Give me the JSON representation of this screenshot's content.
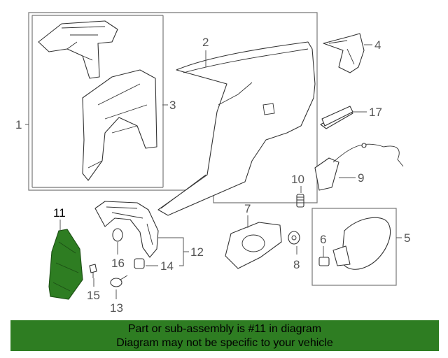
{
  "callouts": {
    "c1": "1",
    "c2": "2",
    "c3": "3",
    "c4": "4",
    "c5": "5",
    "c6": "6",
    "c7": "7",
    "c8": "8",
    "c9": "9",
    "c10": "10",
    "c11": "11",
    "c12": "12",
    "c13": "13",
    "c14": "14",
    "c15": "15",
    "c16": "16",
    "c17": "17"
  },
  "highlight": {
    "part_number": "11",
    "color": "#2e7d22"
  },
  "banner": {
    "line1": "Part or sub-assembly is #11 in diagram",
    "line2": "Diagram may not be specific to your vehicle",
    "background": "#2e7d22"
  }
}
